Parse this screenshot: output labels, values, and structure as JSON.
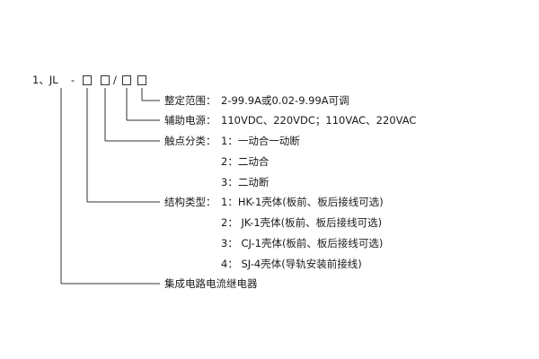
{
  "code": {
    "prefix": "1、JL",
    "dash": "-",
    "slash": "/"
  },
  "items": [
    {
      "label": "整定范围：",
      "value": "2-99.9A或0.02-9.99A可调"
    },
    {
      "label": "辅助电源：",
      "value": "110VDC、220VDC；110VAC、220VAC"
    },
    {
      "label": "触点分类：",
      "value": "1：一动合一动断"
    },
    {
      "label": "",
      "value": "2：二动合"
    },
    {
      "label": "",
      "value": "3：二动断"
    },
    {
      "label": "结构类型：",
      "value": "1：HK-1壳体(板前、板后接线可选)"
    },
    {
      "label": "",
      "value": "2： JK-1壳体(板前、板后接线可选)"
    },
    {
      "label": "",
      "value": "3： CJ-1壳体(板前、板后接线可选)"
    },
    {
      "label": "",
      "value": "4：   SJ-4壳体(导轨安装前接线)"
    },
    {
      "label": "集成电路电流继电器",
      "value": ""
    }
  ]
}
